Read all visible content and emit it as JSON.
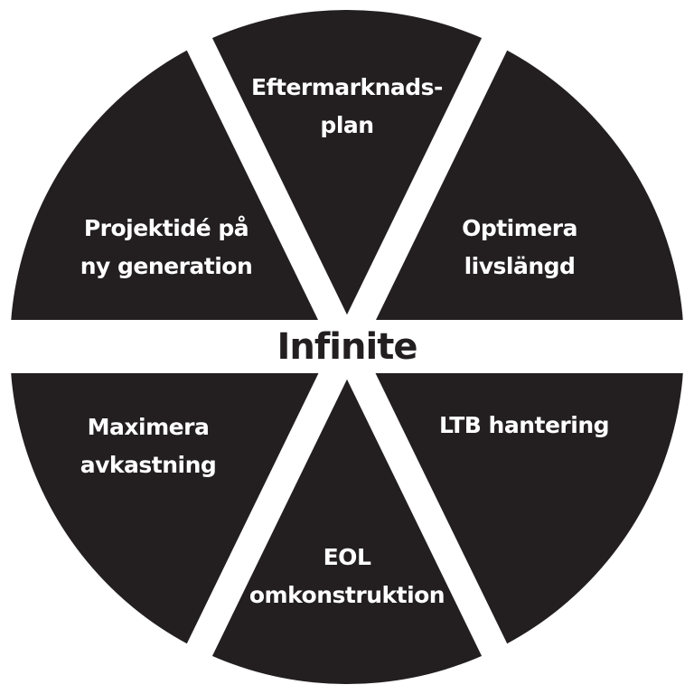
{
  "center": {
    "title": "Infinite"
  },
  "segments": [
    {
      "id": "top",
      "lines": [
        "Eftermarknads-",
        "plan"
      ]
    },
    {
      "id": "upper-right",
      "lines": [
        "Optimera",
        "livslängd"
      ]
    },
    {
      "id": "lower-right",
      "lines": [
        "LTB hantering"
      ]
    },
    {
      "id": "bottom",
      "lines": [
        "EOL",
        "omkonstruktion"
      ]
    },
    {
      "id": "lower-left",
      "lines": [
        "Maximera",
        "avkastning"
      ]
    },
    {
      "id": "upper-left",
      "lines": [
        "Projektidé på",
        "ny generation"
      ]
    }
  ],
  "colors": {
    "segment": "#231f20",
    "gap": "#ffffff",
    "label": "#ffffff",
    "center_text": "#231f20"
  }
}
